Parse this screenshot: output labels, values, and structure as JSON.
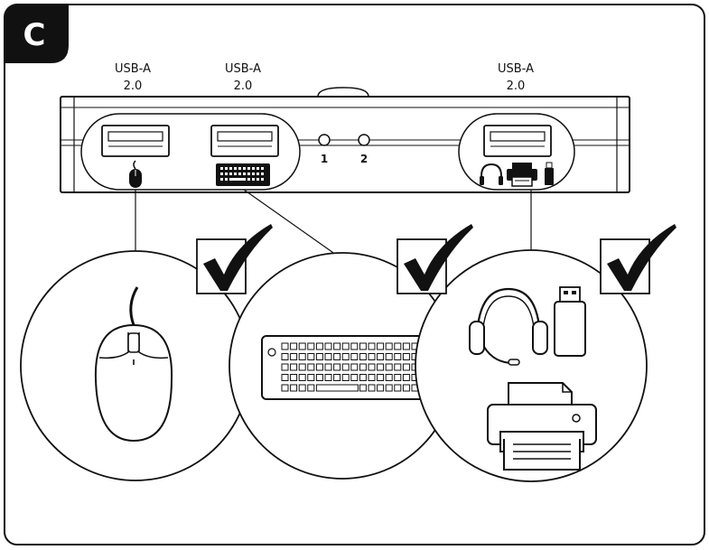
{
  "step_label": "C",
  "ports": [
    {
      "name": "USB-A",
      "version": "2.0"
    },
    {
      "name": "USB-A",
      "version": "2.0"
    },
    {
      "name": "USB-A",
      "version": "2.0"
    }
  ],
  "indicators": [
    "1",
    "2"
  ],
  "compatibility": [
    {
      "device": "mouse-icon",
      "status": "check-icon"
    },
    {
      "device": "keyboard-icon",
      "status": "check-icon"
    },
    {
      "device": "headset-printer-usb-stick-icons",
      "status": "check-icon"
    }
  ],
  "colors": {
    "ink": "#111111",
    "paper": "#ffffff",
    "fill": "#f5f5f5"
  }
}
